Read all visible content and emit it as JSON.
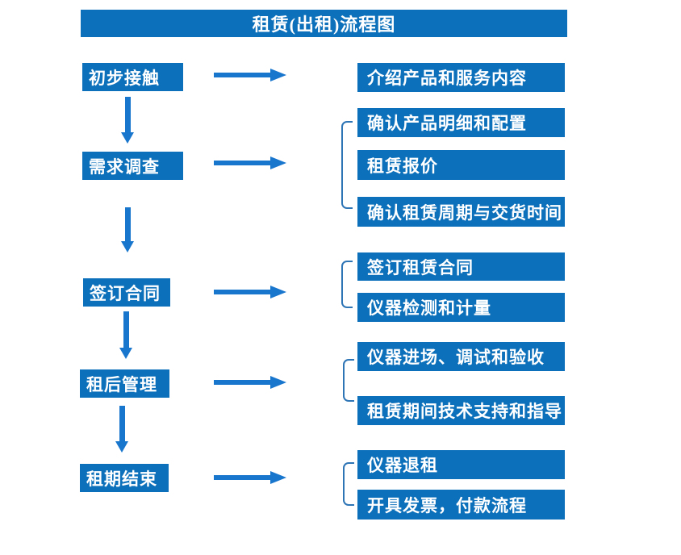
{
  "title": "租赁(出租)流程图",
  "colors": {
    "box_fill": "#0d70ba",
    "arrow": "#1976cd",
    "bracket": "#2e75b6",
    "text": "#ffffff",
    "background": "#ffffff"
  },
  "steps": [
    {
      "label": "初步接触"
    },
    {
      "label": "需求调查"
    },
    {
      "label": "签订合同"
    },
    {
      "label": "租后管理"
    },
    {
      "label": "租期结束"
    }
  ],
  "groups": [
    {
      "items": [
        "介绍产品和服务内容"
      ]
    },
    {
      "items": [
        "确认产品明细和配置",
        "租赁报价",
        "确认租赁周期与交货时间"
      ]
    },
    {
      "items": [
        "签订租赁合同",
        "仪器检测和计量"
      ]
    },
    {
      "items": [
        "仪器进场、调试和验收",
        "租赁期间技术支持和指导"
      ]
    },
    {
      "items": [
        "仪器退租",
        "开具发票，付款流程"
      ]
    }
  ]
}
